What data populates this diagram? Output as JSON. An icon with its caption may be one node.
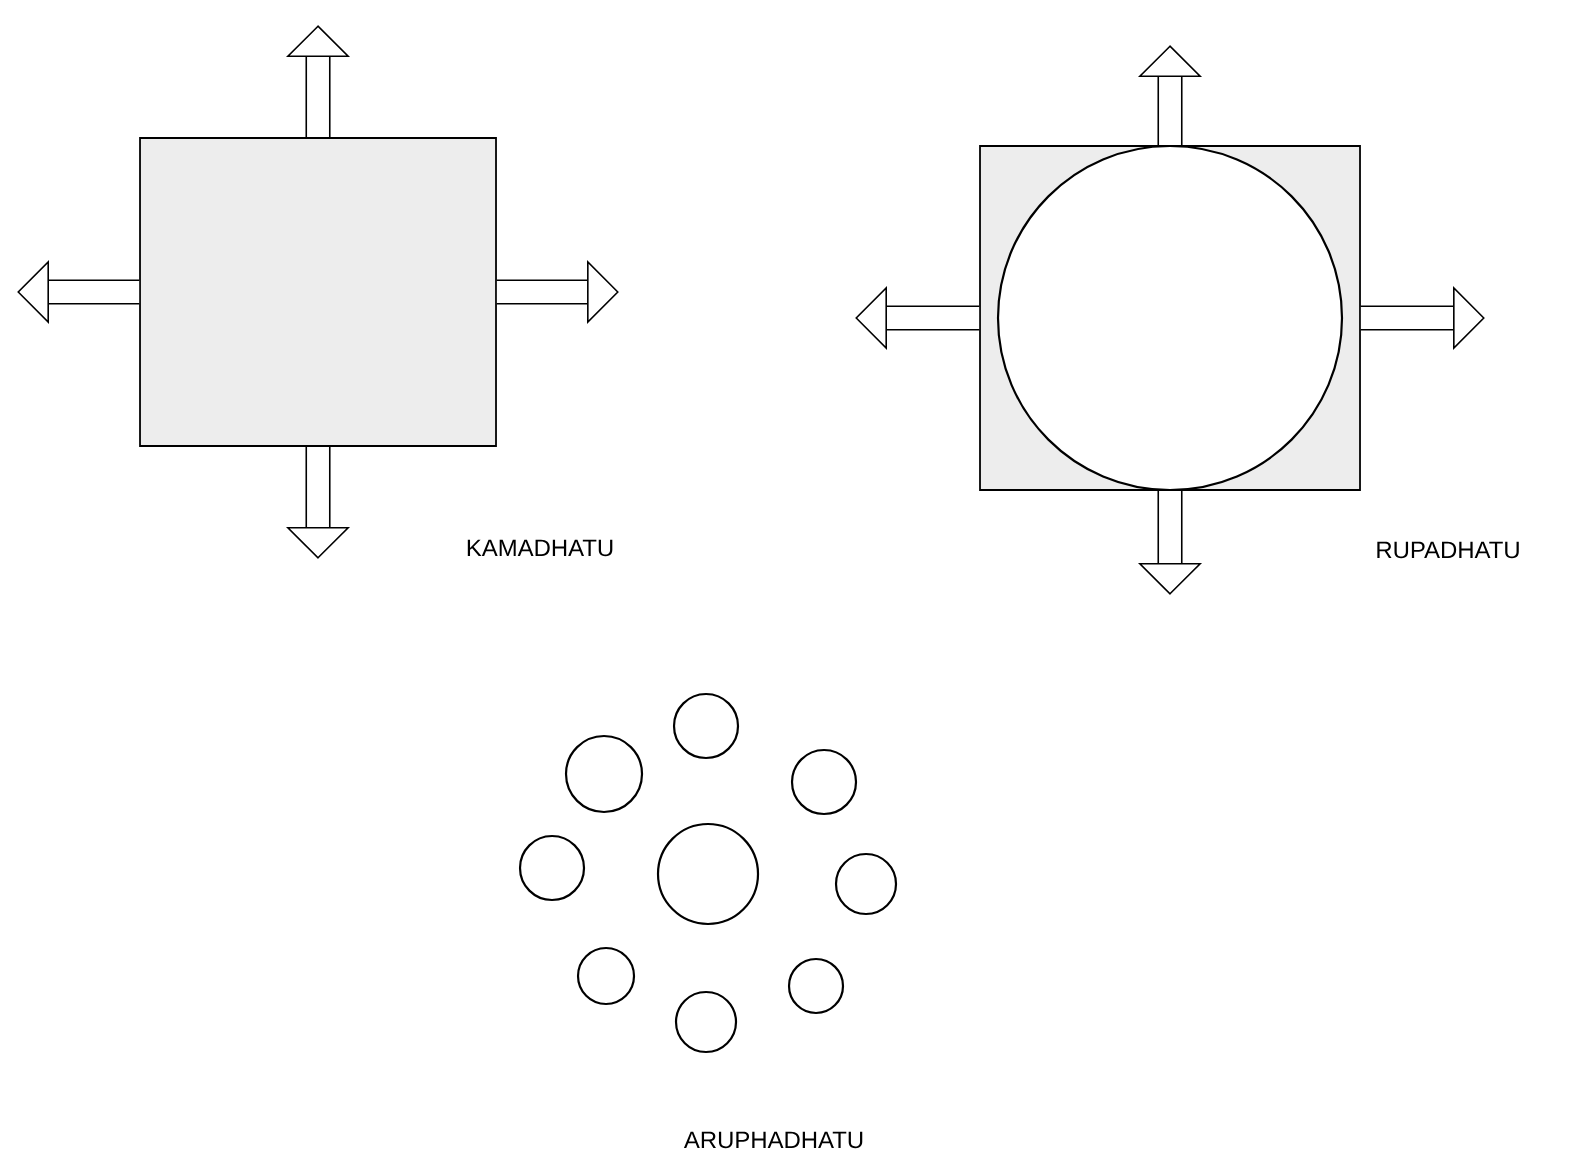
{
  "diagram": {
    "nodes": [
      {
        "text": [],
        "shape": "box",
        "beside": [
          "KAMADHATU"
        ]
      },
      {
        "text": [],
        "shape": "box",
        "beside": [
          "RUPADHATU"
        ]
      },
      {
        "text": [],
        "shape": "circle",
        "in": 1
      },
      {
        "text": [],
        "shape": "circle"
      },
      {
        "text": [],
        "shape": "circle"
      },
      {
        "text": [],
        "shape": "circle"
      },
      {
        "text": [],
        "shape": "circle"
      },
      {
        "text": [],
        "shape": "circle"
      },
      {
        "text": [],
        "shape": "circle"
      },
      {
        "text": [],
        "shape": "circle"
      },
      {
        "text": [],
        "shape": "circle"
      },
      {
        "text": [],
        "shape": "circle"
      }
    ],
    "edges": [
      {
        "from": 0,
        "to": null,
        "arrow": "to"
      },
      {
        "from": 0,
        "to": null,
        "arrow": "to"
      },
      {
        "from": 0,
        "to": null,
        "arrow": "to"
      },
      {
        "from": 0,
        "to": null,
        "arrow": "to"
      },
      {
        "from": 1,
        "to": null,
        "arrow": "to"
      },
      {
        "from": 1,
        "to": null,
        "arrow": "to"
      },
      {
        "from": 1,
        "to": null,
        "arrow": "to"
      },
      {
        "from": 1,
        "to": null,
        "arrow": "to"
      }
    ],
    "labels": [
      "ARUPHADHATU"
    ]
  }
}
